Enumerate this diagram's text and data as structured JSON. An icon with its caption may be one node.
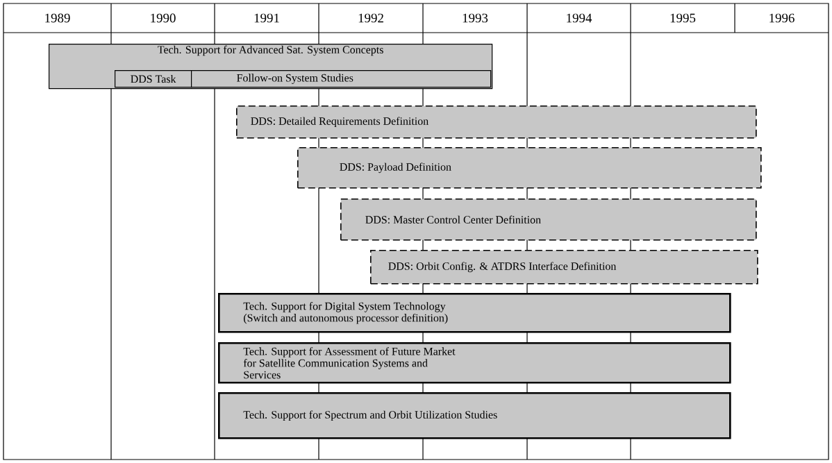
{
  "diagram": {
    "nodes": [
      {
        "text": [
          "Tech. Support for Advanced Sat. System Concepts"
        ]
      },
      {
        "text": [
          "DDS Task"
        ],
        "in": 0
      },
      {
        "text": [
          "Follow-on System Studies"
        ],
        "in": 0
      },
      {
        "text": [
          "DDS: Detailed Requirements Definition"
        ]
      },
      {
        "text": [
          "DDS: Payload Definition"
        ]
      },
      {
        "text": [
          "DDS: Master Control Center Definition"
        ]
      },
      {
        "text": [
          "DDS: Orbit Config. & ATDRS Interface Definition"
        ]
      },
      {
        "text": [
          "Tech. Support for Digital System Technology (Switch and autonomous processor definition)"
        ]
      },
      {
        "text": [
          "Tech. Support for Assessment of Future Market for Satellite Communication Systems and Services"
        ]
      },
      {
        "text": [
          "Tech. Support for Spectrum and Orbit Utilization Studies"
        ]
      }
    ],
    "labels": [
      "1989",
      "1990",
      "1991",
      "1992",
      "1993",
      "1994",
      "1995",
      "1996"
    ]
  }
}
